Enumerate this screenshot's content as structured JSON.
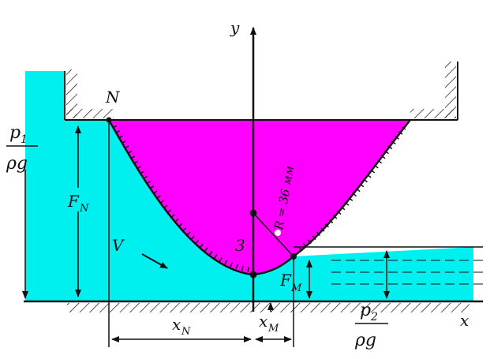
{
  "labels": {
    "y_axis": "y",
    "x_axis": "x",
    "point_N": "N",
    "point_3": "3",
    "velocity": "V",
    "p1_num": "p",
    "p1_sub": "1",
    "p1_den": "ρg",
    "p2_num": "p",
    "p2_sub": "2",
    "p2_den": "ρg",
    "F_N": "F",
    "F_N_sub": "N",
    "F_M": "F",
    "F_M_sub": "M",
    "x_N": "x",
    "x_N_sub": "N",
    "x_M": "x",
    "x_M_sub": "M",
    "radius": "R = 36 мм"
  },
  "colors": {
    "water": "#00f0f0",
    "fluid_magenta": "#ff00ff",
    "ink": "#111111"
  }
}
